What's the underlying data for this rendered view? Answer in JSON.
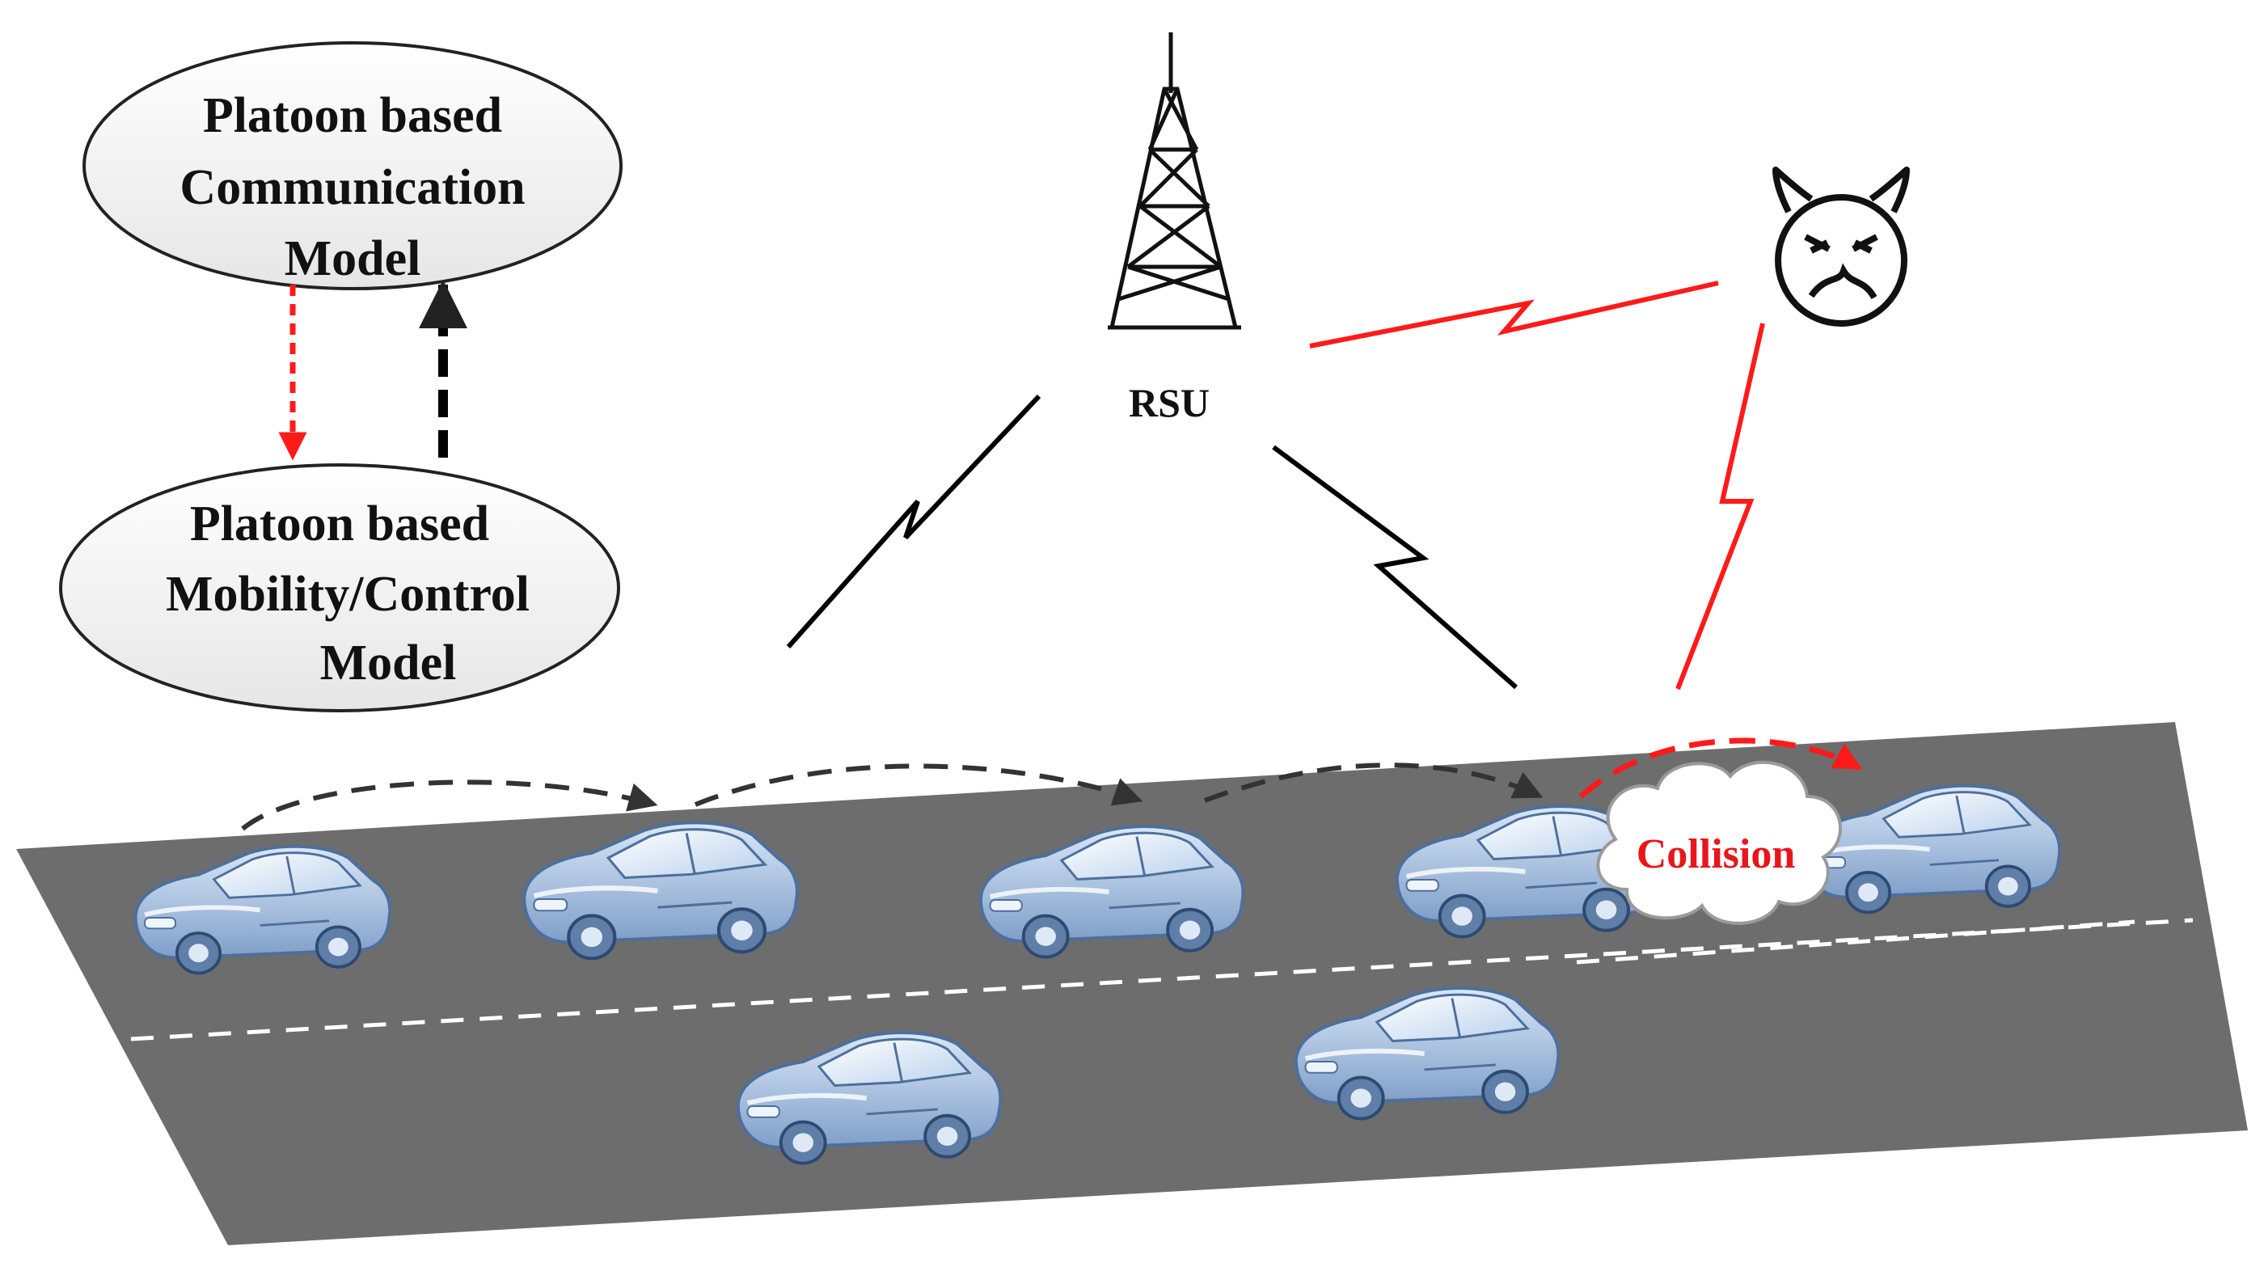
{
  "models": {
    "communication_lines": [
      "Platoon based",
      "Communication",
      "Model"
    ],
    "mobility_lines": [
      "Platoon  based",
      "Mobility/Control",
      "Model"
    ]
  },
  "rsu": {
    "label": "RSU"
  },
  "attacker": {
    "icon": "devil-face-icon"
  },
  "collision": {
    "label": "Collision"
  },
  "vehicles": {
    "icon": "car-icon",
    "count": 7
  },
  "colors": {
    "road": "#6d6d6d",
    "car_body": "#a9c3e3",
    "attack": "#ff1a1a",
    "collision_text": "#e8161b",
    "link": "#000000"
  }
}
